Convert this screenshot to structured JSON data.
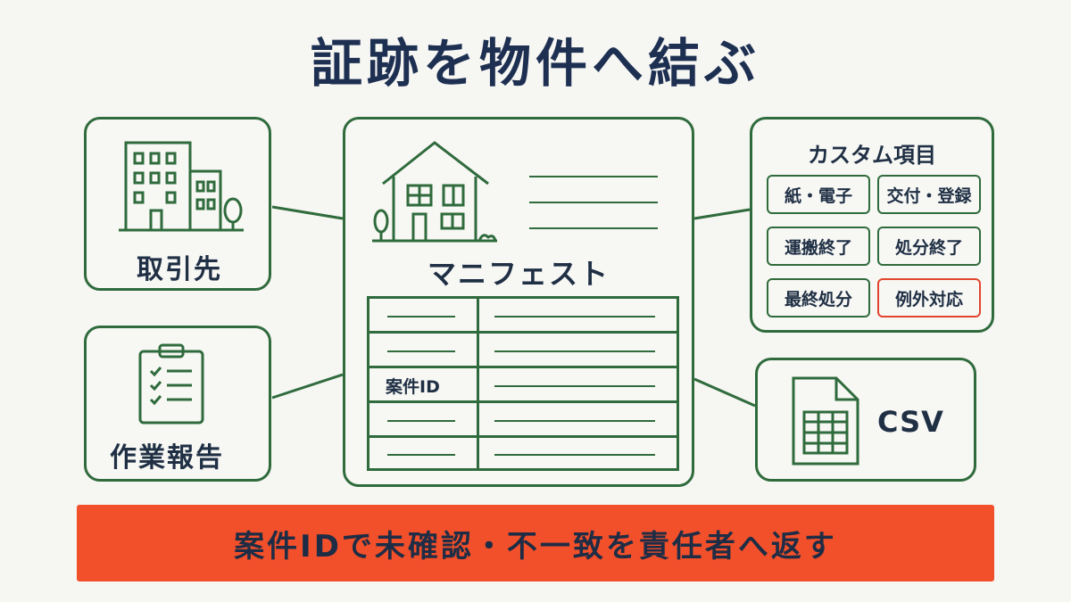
{
  "title": "証跡を物件へ結ぶ",
  "nodes": {
    "client": {
      "label": "取引先",
      "icon": "building-icon"
    },
    "report": {
      "label": "作業報告",
      "icon": "clipboard-checklist-icon"
    },
    "manifest": {
      "label": "マニフェスト",
      "icon": "house-icon",
      "table": {
        "highlight_label": "案件ID"
      }
    },
    "custom": {
      "title": "カスタム項目",
      "items": [
        "紙・電子",
        "交付・登録",
        "運搬終了",
        "処分終了",
        "最終処分",
        "例外対応"
      ],
      "highlighted_item": "例外対応"
    },
    "csv": {
      "label": "CSV",
      "icon": "spreadsheet-file-icon"
    }
  },
  "banner": {
    "text": "案件IDで未確認・不一致を責任者へ返す"
  },
  "colors": {
    "green": "#2f6b3c",
    "navy": "#1e3052",
    "alert_red": "#e2452e",
    "banner_orange": "#f2502a",
    "background": "#f6f6f3"
  }
}
